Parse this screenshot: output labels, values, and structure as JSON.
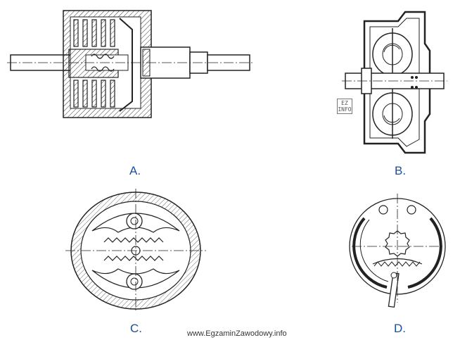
{
  "labels": {
    "a": "A.",
    "b": "B.",
    "c": "C.",
    "d": "D."
  },
  "watermark": "www.EgzaminZawodowy.info",
  "logo_text": "EZ INFO"
}
